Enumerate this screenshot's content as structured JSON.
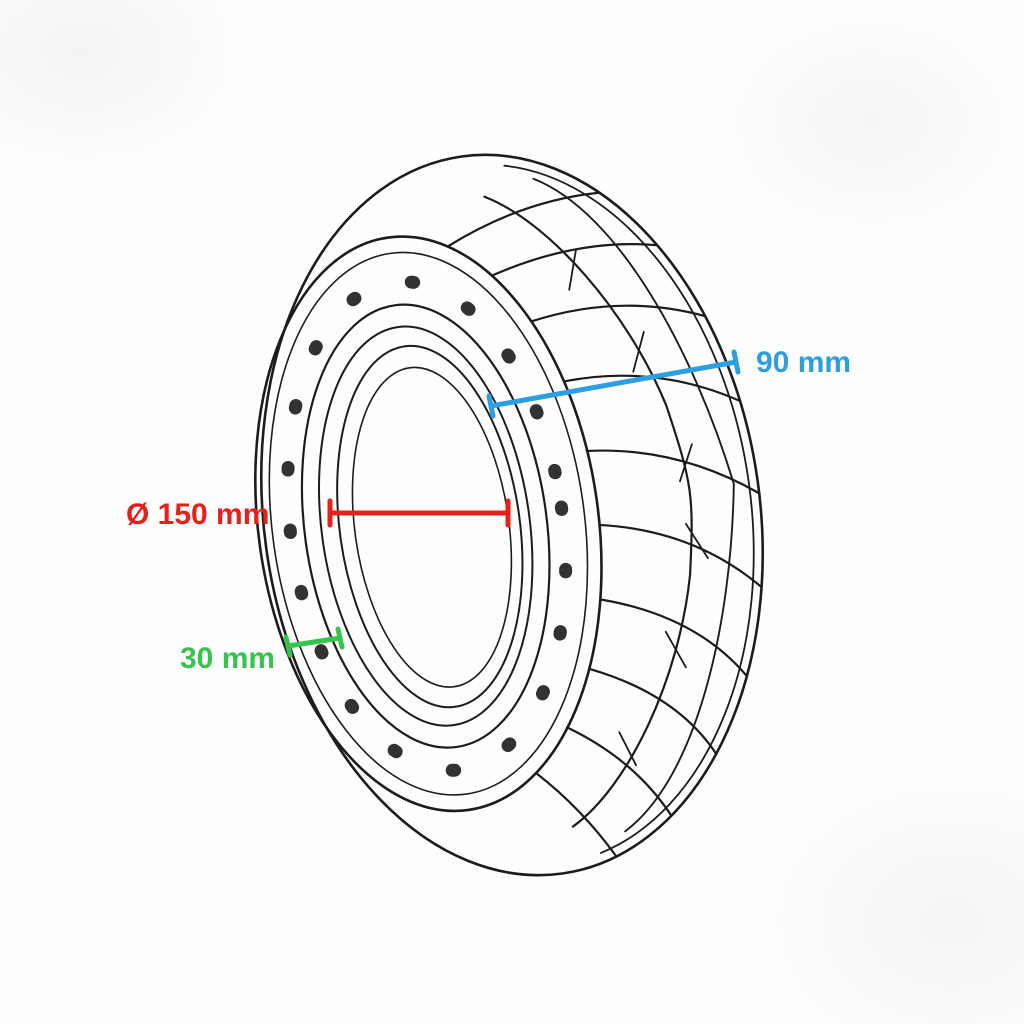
{
  "scene": {
    "background": "#fdfdfd",
    "line_color": "#1c1c1c",
    "subject": "tire-technical-drawing"
  },
  "annotations": {
    "tread_width": {
      "label": "90 mm",
      "color": "#2b9fe2"
    },
    "rim_diameter": {
      "label": "Ø 150 mm",
      "color": "#e8201a"
    },
    "sidewall_width": {
      "label": "30 mm",
      "color": "#35c44d"
    }
  }
}
